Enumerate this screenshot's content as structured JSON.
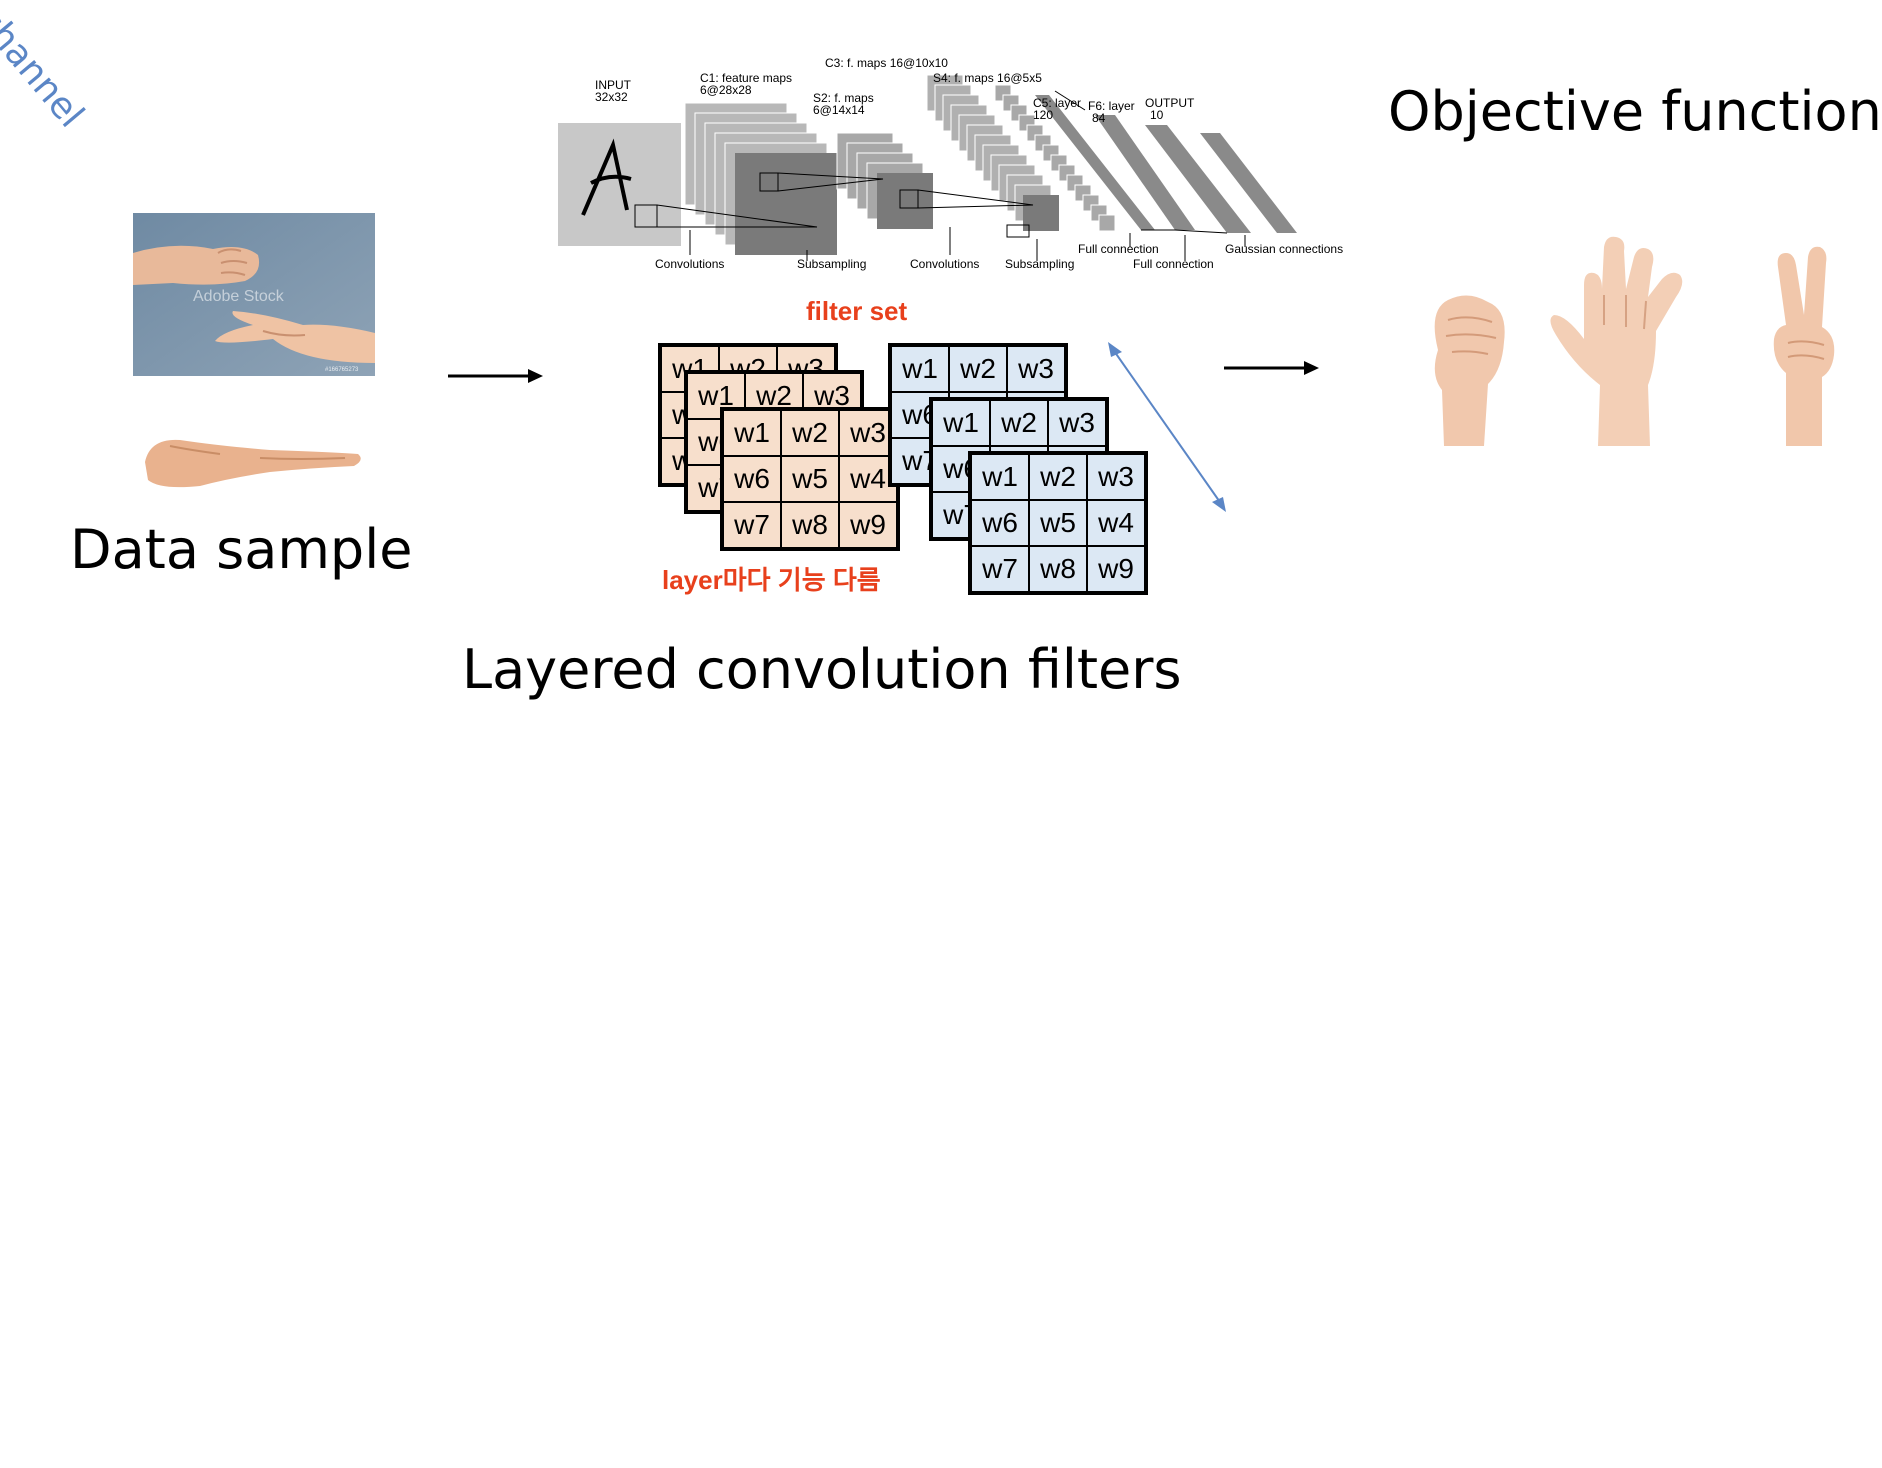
{
  "labels": {
    "data_sample": "Data sample",
    "objective_function": "Objective function",
    "layered_filters": "Layered convolution filters",
    "filter_set": "filter set",
    "layer_note": "layer마다 기능 다름",
    "channel": "channel"
  },
  "stock_watermark": "Adobe Stock",
  "stock_id": "#166765273",
  "lenet": {
    "input": "INPUT",
    "input_size": "32x32",
    "c1": "C1: feature maps",
    "c1_size": "6@28x28",
    "s2": "S2: f. maps",
    "s2_size": "6@14x14",
    "c3": "C3: f. maps 16@10x10",
    "s4": "S4: f. maps 16@5x5",
    "c5": "C5: layer",
    "c5_size": "120",
    "f6": "F6: layer",
    "f6_size": "84",
    "output": "OUTPUT",
    "output_size": "10",
    "convolutions_1": "Convolutions",
    "subsampling_1": "Subsampling",
    "convolutions_2": "Convolutions",
    "subsampling_2": "Subsampling",
    "full_connection_1": "Full connection",
    "full_connection_2": "Full connection",
    "gaussian": "Gaussian connections"
  },
  "filter_cells": [
    "w1",
    "w2",
    "w3",
    "w6",
    "w5",
    "w4",
    "w7",
    "w8",
    "w9"
  ],
  "colors": {
    "red": "#e8401c",
    "channel_blue": "#5b86c6",
    "peach": "#f7dfcc",
    "light_blue": "#dce8f4"
  }
}
